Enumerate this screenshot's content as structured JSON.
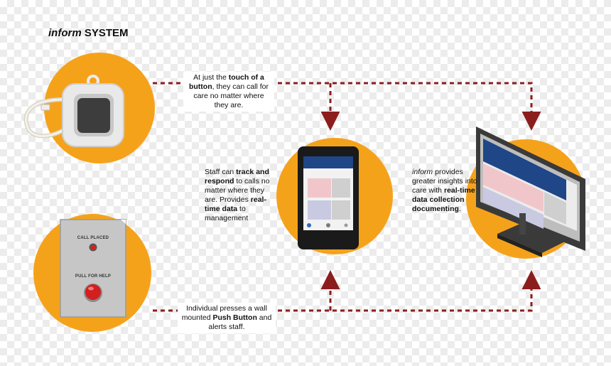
{
  "title": {
    "italic": "inform",
    "bold": "SYSTEM"
  },
  "captions": {
    "top": {
      "pre": "At just the ",
      "strong1": "touch of a button",
      "post": ", they can call for care no matter where they are."
    },
    "phone": {
      "pre": "Staff can ",
      "strong1": "track and respond",
      "mid": " to calls no matter where they are. Provides ",
      "strong2": "real-time data",
      "post": " to management"
    },
    "monitor": {
      "italic": "inform",
      "pre": " provides greater insights into care with ",
      "strong1": "real-time data collection documenting",
      "post": "."
    },
    "bottom": {
      "pre": "Individual presses a wall mounted ",
      "strong1": "Push Button",
      "post": " and alerts staff."
    }
  },
  "wall_unit": {
    "top_label": "CALL PLACED",
    "bottom_label": "PULL FOR HELP"
  },
  "colors": {
    "orange": "#f5a21b",
    "arrow": "#8c1d1d",
    "dark_blue": "#1f4787",
    "pink": "#f1c6cb",
    "lavender": "#c9c9e2",
    "gray": "#cfcfcf"
  },
  "icons": [
    "pendant-call-button",
    "wall-push-button",
    "smartphone",
    "monitor"
  ]
}
